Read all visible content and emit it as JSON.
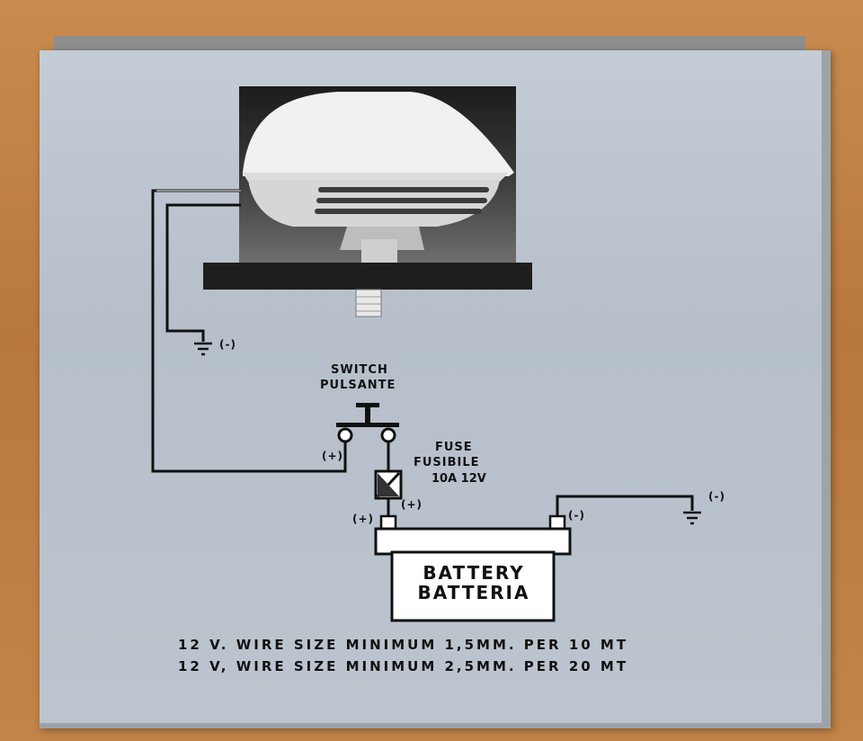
{
  "diagram": {
    "switch_line1": "SWITCH",
    "switch_line2": "PULSANTE",
    "fuse_line1": "FUSE",
    "fuse_line2": "FUSIBILE",
    "fuse_rating": "10A 12V",
    "battery_line1": "BATTERY",
    "battery_line2": "BATTERIA",
    "polarity_neg_horn_ground": "(-)",
    "polarity_pos_switch": "(+)",
    "polarity_pos_fuse": "(+)",
    "polarity_pos_battery": "(+)",
    "polarity_neg_battery": "(-)",
    "polarity_neg_ground": "(-)"
  },
  "specs": {
    "line1": "12 V. WIRE SIZE MINIMUM 1,5MM. PER 10 MT",
    "line2": "12 V, WIRE SIZE MINIMUM 2,5MM. PER 20 MT"
  },
  "colors": {
    "box": "#bcc4ce",
    "ink": "#111111",
    "table": "#b9783d"
  }
}
